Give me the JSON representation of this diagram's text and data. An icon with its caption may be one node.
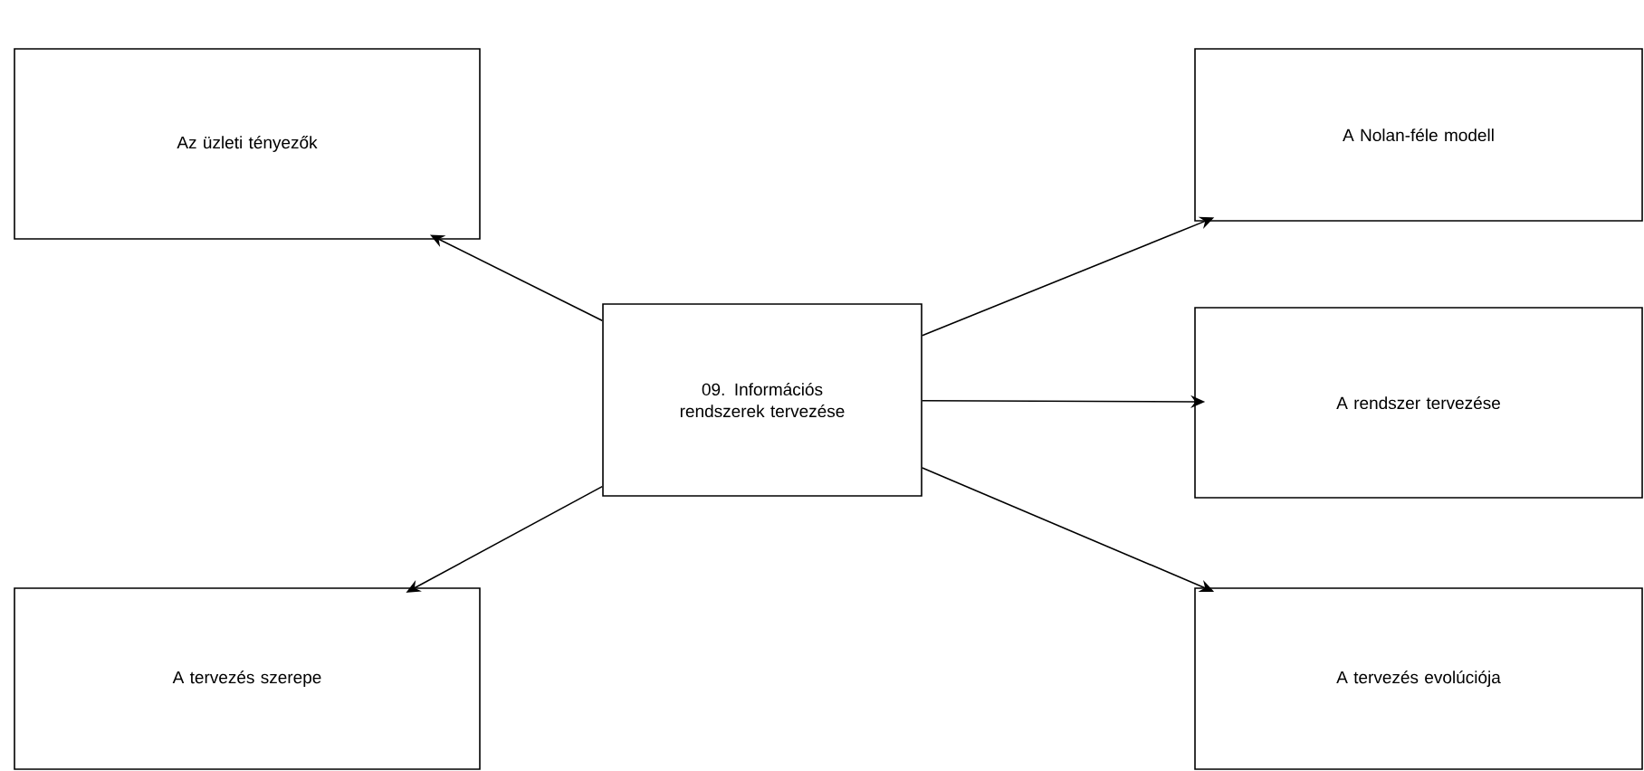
{
  "diagram": {
    "nodes": [
      {
        "text": [
          "Az üzleti tényezők"
        ]
      },
      {
        "text": [
          "A Nolan-féle modell"
        ]
      },
      {
        "text": [
          "09. Információs rendszerek tervezése"
        ]
      },
      {
        "text": [
          "A rendszer tervezése"
        ]
      },
      {
        "text": [
          "A tervezés szerepe"
        ]
      },
      {
        "text": [
          "A tervezés evolúciója"
        ]
      }
    ],
    "edges": [
      {
        "from": 2,
        "to": 0,
        "arrow": "to"
      },
      {
        "from": 2,
        "to": 1,
        "arrow": "to"
      },
      {
        "from": 2,
        "to": 3,
        "arrow": "to"
      },
      {
        "from": 2,
        "to": 4,
        "arrow": "to"
      },
      {
        "from": 2,
        "to": 5,
        "arrow": "to"
      }
    ]
  }
}
